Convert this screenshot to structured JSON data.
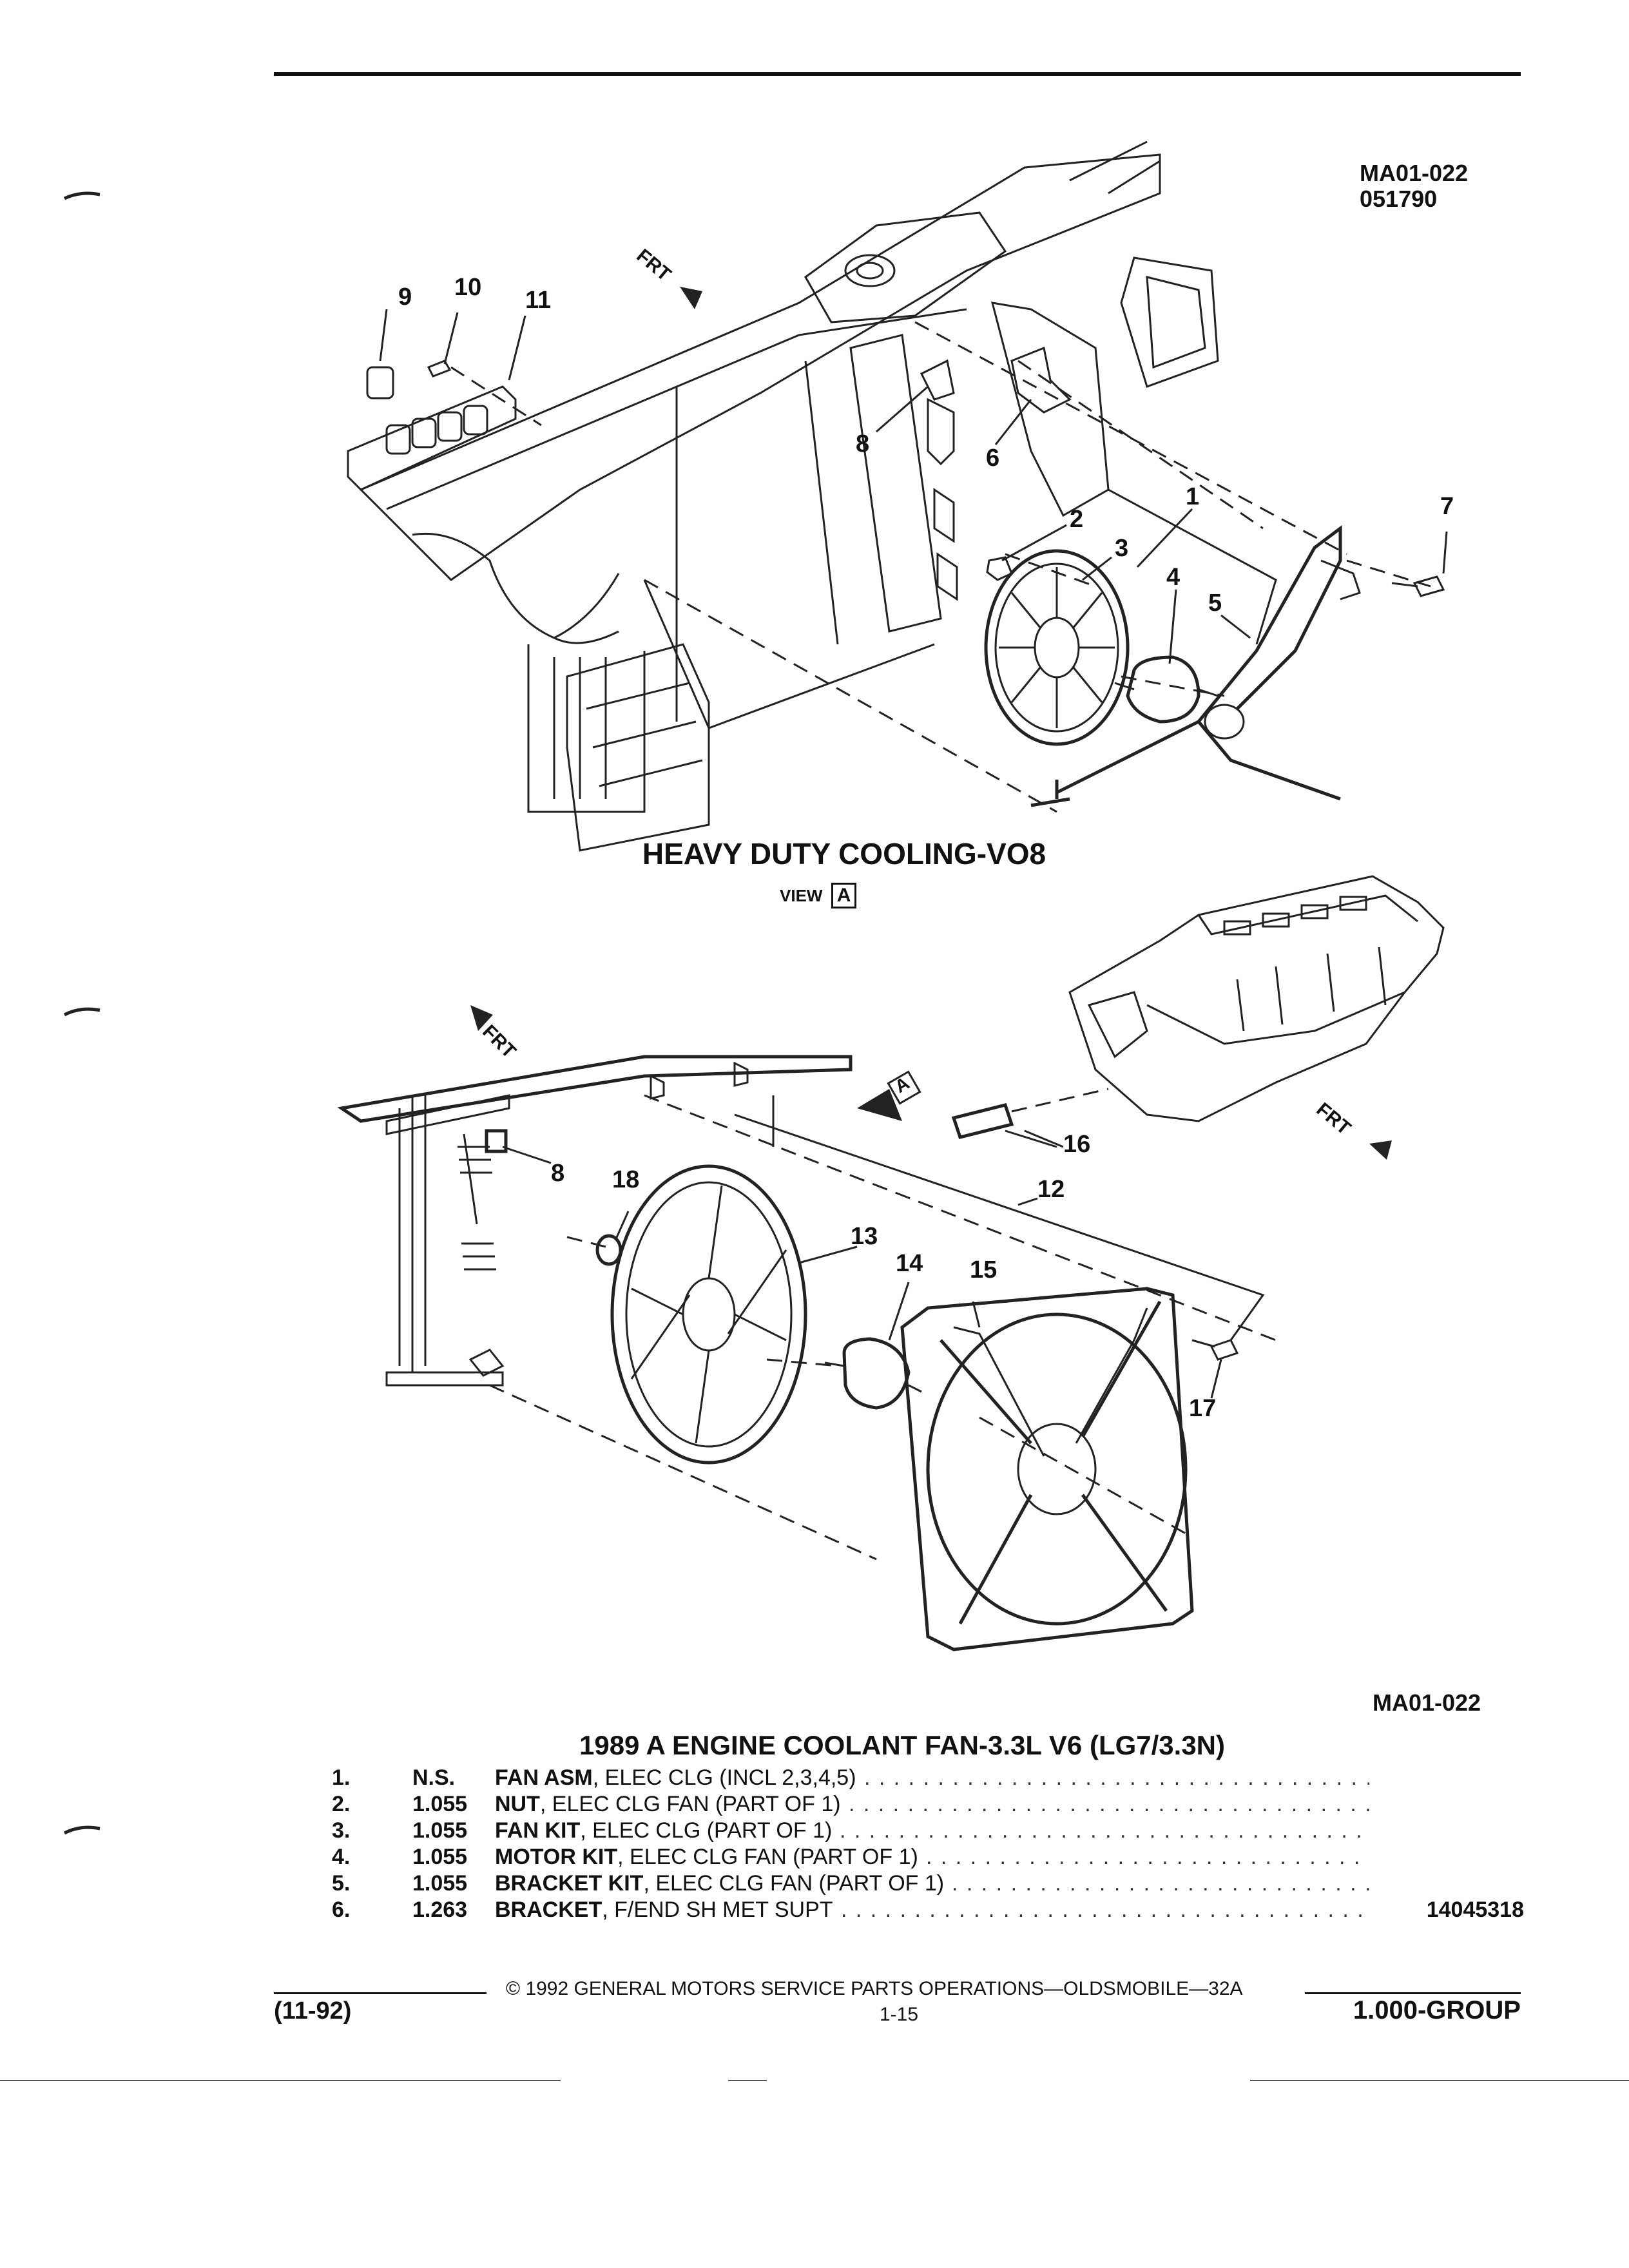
{
  "header": {
    "diagram_id": "MA01-022",
    "date_code": "051790"
  },
  "top_diagram": {
    "frt_label": "FRT",
    "callouts": [
      "1",
      "2",
      "3",
      "4",
      "5",
      "6",
      "7",
      "8",
      "9",
      "10",
      "11"
    ],
    "caption": "HEAVY DUTY COOLING-VO8",
    "view_label": "VIEW",
    "view_letter": "A"
  },
  "bottom_diagram": {
    "frt_label": "FRT",
    "view_letter": "A",
    "callouts": [
      "8",
      "12",
      "13",
      "14",
      "15",
      "16",
      "17",
      "18"
    ]
  },
  "parts_header": {
    "diagram_id": "MA01-022",
    "title": "1989 A ENGINE COOLANT FAN-3.3L V6 (LG7/3.3N)"
  },
  "parts": [
    {
      "num": "1.",
      "code": "N.S.",
      "name": "FAN ASM",
      "desc": ", ELEC CLG (INCL 2,3,4,5)",
      "part_number": ""
    },
    {
      "num": "2.",
      "code": "1.055",
      "name": "NUT",
      "desc": ", ELEC CLG FAN (PART OF 1)",
      "part_number": ""
    },
    {
      "num": "3.",
      "code": "1.055",
      "name": "FAN KIT",
      "desc": ", ELEC CLG (PART OF 1)",
      "part_number": ""
    },
    {
      "num": "4.",
      "code": "1.055",
      "name": "MOTOR KIT",
      "desc": ", ELEC CLG FAN (PART OF 1)",
      "part_number": ""
    },
    {
      "num": "5.",
      "code": "1.055",
      "name": "BRACKET KIT",
      "desc": ", ELEC CLG FAN (PART OF 1)",
      "part_number": ""
    },
    {
      "num": "6.",
      "code": "1.263",
      "name": "BRACKET",
      "desc": ", F/END SH MET SUPT",
      "part_number": "14045318"
    }
  ],
  "footer": {
    "revision": "(11-92)",
    "copyright": "© 1992 GENERAL MOTORS SERVICE PARTS OPERATIONS—OLDSMOBILE—32A",
    "page": "1-15",
    "group": "1.000-GROUP"
  }
}
